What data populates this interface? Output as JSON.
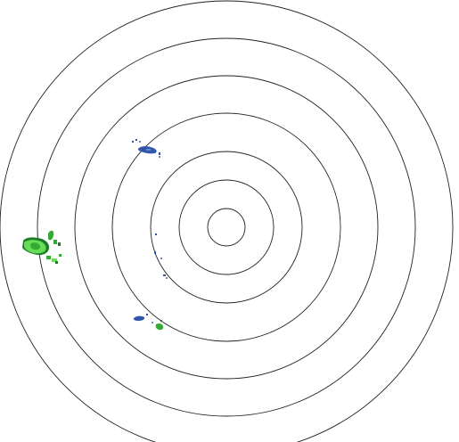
{
  "radar": {
    "ring_count": 7,
    "colors": {
      "background": "#ffffff",
      "ring_stroke": "#222222",
      "echo_light_green": "#66dd55",
      "echo_green": "#33aa33",
      "echo_dark_green": "#1f7a2a",
      "echo_blue": "#3355aa",
      "echo_light_blue": "#6688cc"
    },
    "echo_clusters": [
      {
        "name": "echo-cluster-west",
        "colors": [
          "light_green",
          "green",
          "dark_green"
        ]
      },
      {
        "name": "echo-cluster-north",
        "colors": [
          "blue",
          "light_blue"
        ]
      },
      {
        "name": "echo-cluster-center",
        "colors": [
          "blue"
        ]
      },
      {
        "name": "echo-cluster-south",
        "colors": [
          "blue",
          "green"
        ]
      }
    ]
  }
}
